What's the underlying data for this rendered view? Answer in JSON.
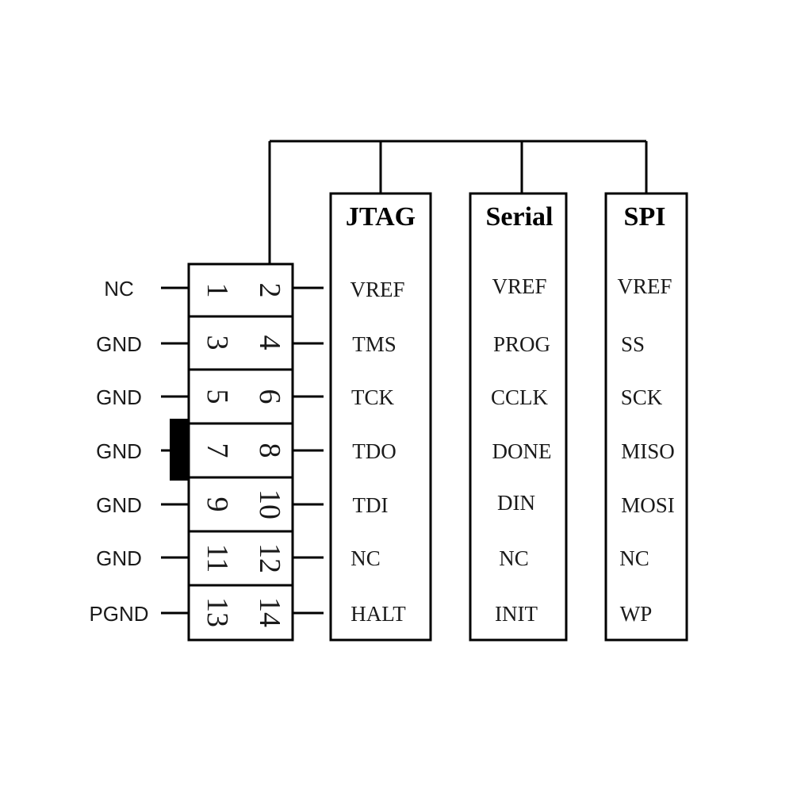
{
  "colors": {
    "line": "#000000",
    "text": "#1a1a1a",
    "background": "#ffffff"
  },
  "left_labels": [
    "NC",
    "GND",
    "GND",
    "GND",
    "GND",
    "GND",
    "PGND"
  ],
  "connector": {
    "odd_pins": [
      "1",
      "3",
      "5",
      "7",
      "9",
      "11",
      "13"
    ],
    "even_pins": [
      "2",
      "4",
      "6",
      "8",
      "10",
      "12",
      "14"
    ]
  },
  "columns": [
    {
      "header": "JTAG",
      "signals": [
        "VREF",
        "TMS",
        "TCK",
        "TDO",
        "TDI",
        "NC",
        "HALT"
      ]
    },
    {
      "header": "Serial",
      "signals": [
        "VREF",
        "PROG",
        "CCLK",
        "DONE",
        "DIN",
        "NC",
        "INIT"
      ]
    },
    {
      "header": "SPI",
      "signals": [
        "VREF",
        "SS",
        "SCK",
        "MISO",
        "MOSI",
        "NC",
        "WP"
      ]
    }
  ]
}
